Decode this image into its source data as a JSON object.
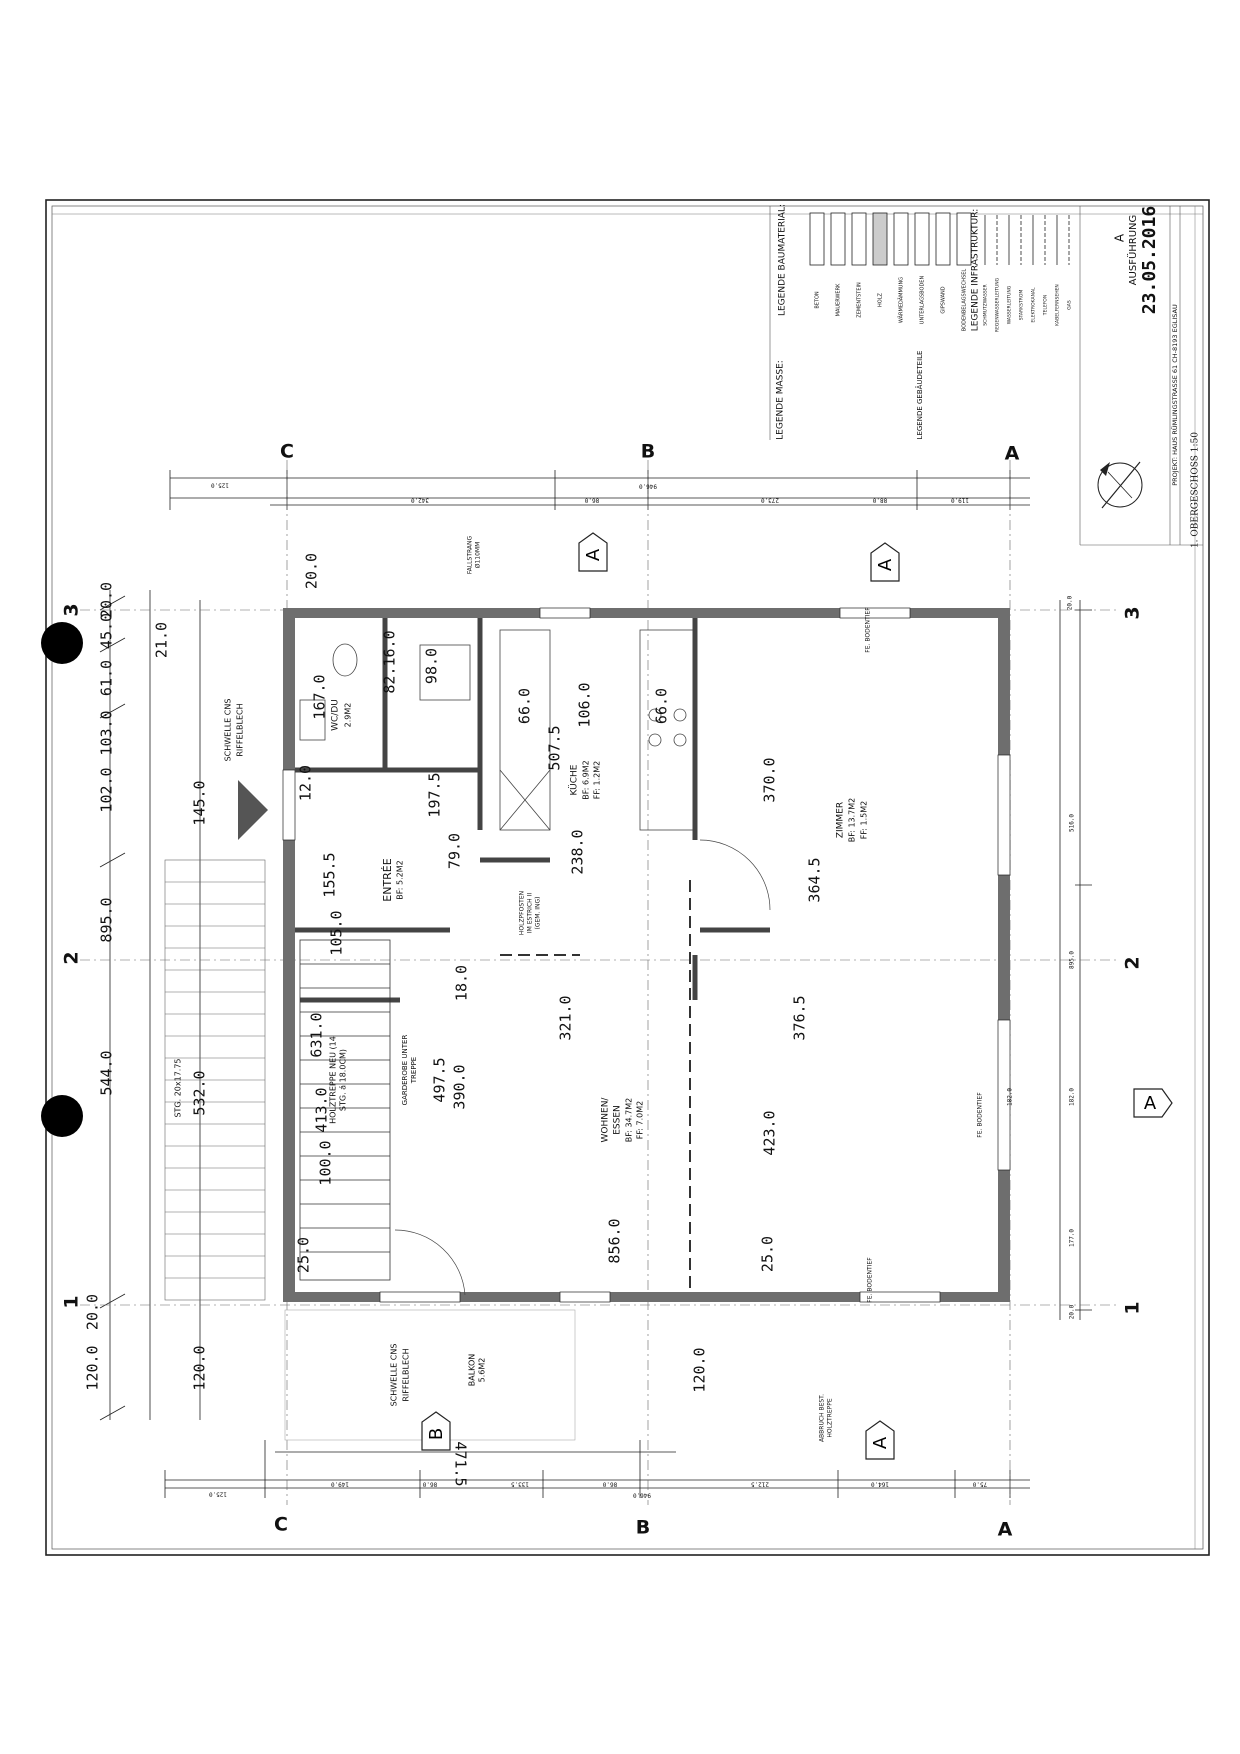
{
  "grid_labels": {
    "top": [
      "C",
      "B",
      "A"
    ],
    "bottom": [
      "C",
      "B",
      "A"
    ],
    "left": [
      "3",
      "2",
      "1"
    ],
    "right": [
      "3",
      "2",
      "1"
    ]
  },
  "section_markers": [
    "A",
    "A",
    "A",
    "A",
    "B"
  ],
  "rooms": {
    "wc_du": {
      "name": "WC/DU",
      "area": "2.9M2"
    },
    "kueche": {
      "name": "KÜCHE",
      "bf": "BF: 6.9M2",
      "ff": "FF: 1.2M2"
    },
    "zimmer": {
      "name": "ZIMMER",
      "bf": "BF: 13.7M2",
      "ff": "FF: 1.5M2"
    },
    "entree": {
      "name": "ENTRÉE",
      "area": "BF: 5.2M2"
    },
    "wohnen": {
      "name1": "WOHNEN/",
      "name2": "ESSEN",
      "bf": "BF: 34.7M2",
      "ff": "FF: 7.0M2"
    },
    "balkon": {
      "name": "BALKON",
      "area": "5.6M2"
    },
    "holztreppe": {
      "line1": "HOLZTREPPE NEU (14",
      "line2": "STG. á 18.0CM)"
    },
    "garderobe": {
      "line1": "GARDEROBE UNTER",
      "line2": "TREPPE"
    },
    "stg": {
      "label": "STG. 20x17.75"
    }
  },
  "annotations": {
    "schwelle_top": [
      "SCHWELLE CNS",
      "RIFFELBLECH"
    ],
    "schwelle_bottom": [
      "SCHWELLE CNS",
      "RIFFELBLECH"
    ],
    "fallstrang": [
      "FALLSTRANG",
      "Ø110MM"
    ],
    "holzpfosten": [
      "HOLZPFOSTEN",
      "IM ESTRICH II",
      "(GEM. ING)"
    ],
    "abbruch": [
      "ABBRUCH BEST.",
      "HOLZTREPPE"
    ],
    "fe_bodentief_1": "FE. BODENTIEF",
    "fe_bodentief_2": "FE. BODENTIEF",
    "fe_bodentief_3": "FE. BODENTIEF"
  },
  "dimensions": {
    "left_vertical": [
      "20.0",
      "45.0",
      "21.0",
      "61.0",
      "103.0",
      "102.0",
      "895.0",
      "544.0",
      "145.0",
      "532.0",
      "120.0",
      "120.0",
      "20.0"
    ],
    "interior": [
      "167.0",
      "82.16.0",
      "98.0",
      "66.0",
      "106.0",
      "66.0",
      "507.5",
      "370.0",
      "364.5",
      "238.0",
      "155.5",
      "105.0",
      "631.0",
      "497.5",
      "413.0",
      "390.0",
      "321.0",
      "376.5",
      "423.0",
      "856.0",
      "100.0",
      "18.0",
      "12.0",
      "25.0",
      "25.0",
      "20.0",
      "197.5",
      "79.0"
    ],
    "top_chain": [
      "125.0",
      "342.0",
      "86.0",
      "946.0",
      "273.0",
      "88.0",
      "119.0"
    ],
    "bottom_chain": [
      "125.0",
      "149.0",
      "86.0",
      "133.5",
      "86.0",
      "946.0",
      "212.5",
      "164.0",
      "75.0",
      "471.5",
      "120.0"
    ],
    "right_chain": [
      "20.0",
      "516.0",
      "895.0",
      "182.0",
      "177.0",
      "20.0",
      "182.0"
    ]
  },
  "title_block": {
    "legend_masse": "LEGENDE MASSE:",
    "legend_baumaterial": "LEGENDE BAUMATERIAL:",
    "legend_infrastruktur": "LEGENDE INFRASTRUKTUR:",
    "legend_gebaeudeteile": "LEGENDE GEBÄUDETEILE",
    "materials": [
      "BETON",
      "MAUERWERK",
      "ZEMENTSTEIN",
      "HOLZ",
      "WÄRMEDÄMMUNG",
      "UNTERLAGSBODEN",
      "GIPSWAND",
      "BODENBELAGSWECHSEL"
    ],
    "infrastructure": [
      "SCHMUTZWASSER",
      "REGENWASSERLEITUNG",
      "WASSERLEITUNG",
      "STARKSTROM",
      "ELEKTROKANAL",
      "TELEFON",
      "KABELFERNSEHEN",
      "GAS"
    ],
    "status": "AUSFÜHRUNG",
    "revision": "A",
    "date": "23.05.2016",
    "project": "PROJEKT: HAUS RÜMLINGSTRASSE 61 CH-8193 EGLISAU",
    "drawing": "1. OBERGESCHOSS 1:50"
  }
}
